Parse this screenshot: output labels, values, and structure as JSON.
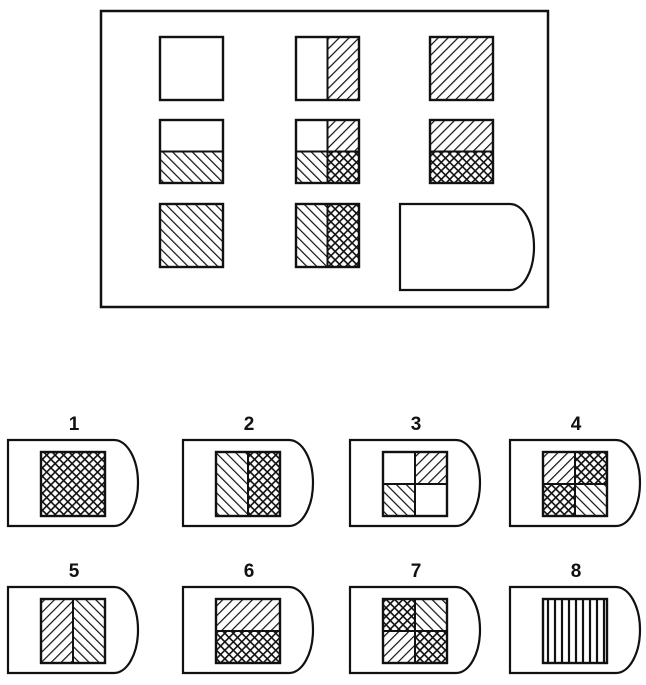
{
  "puzzle": {
    "grid": [
      [
        [
          "blank",
          "blank",
          "blank",
          "blank"
        ],
        [
          "blank",
          "fwd",
          "blank",
          "fwd"
        ],
        [
          "fwd",
          "fwd",
          "fwd",
          "fwd"
        ]
      ],
      [
        [
          "blank",
          "blank",
          "back",
          "back"
        ],
        [
          "blank",
          "fwd",
          "back",
          "dots"
        ],
        [
          "fwd",
          "fwd",
          "dots",
          "dots"
        ]
      ],
      [
        [
          "back",
          "back",
          "back",
          "back"
        ],
        [
          "back",
          "dots",
          "back",
          "dots"
        ],
        "missing"
      ]
    ]
  },
  "options": [
    {
      "label": "1",
      "cells": [
        "dots",
        "dots",
        "dots",
        "dots"
      ]
    },
    {
      "label": "2",
      "cells": [
        "back",
        "dots",
        "back",
        "dots"
      ]
    },
    {
      "label": "3",
      "cells": [
        "blank",
        "fwd",
        "back",
        "blank"
      ]
    },
    {
      "label": "4",
      "cells": [
        "fwd",
        "dots",
        "dots",
        "back"
      ]
    },
    {
      "label": "5",
      "cells": [
        "fwd",
        "back",
        "fwd",
        "back"
      ]
    },
    {
      "label": "6",
      "cells": [
        "fwd",
        "fwd",
        "dots",
        "dots"
      ]
    },
    {
      "label": "7",
      "cells": [
        "dots",
        "back",
        "fwd",
        "dots"
      ]
    },
    {
      "label": "8",
      "cells": [
        "vert",
        "vert",
        "vert",
        "vert"
      ]
    }
  ],
  "patterns": {
    "blank": "empty",
    "fwd": "forward-diagonal-hatch",
    "back": "backward-diagonal-hatch",
    "dots": "dense-cross-hatch",
    "vert": "vertical-stripes"
  }
}
